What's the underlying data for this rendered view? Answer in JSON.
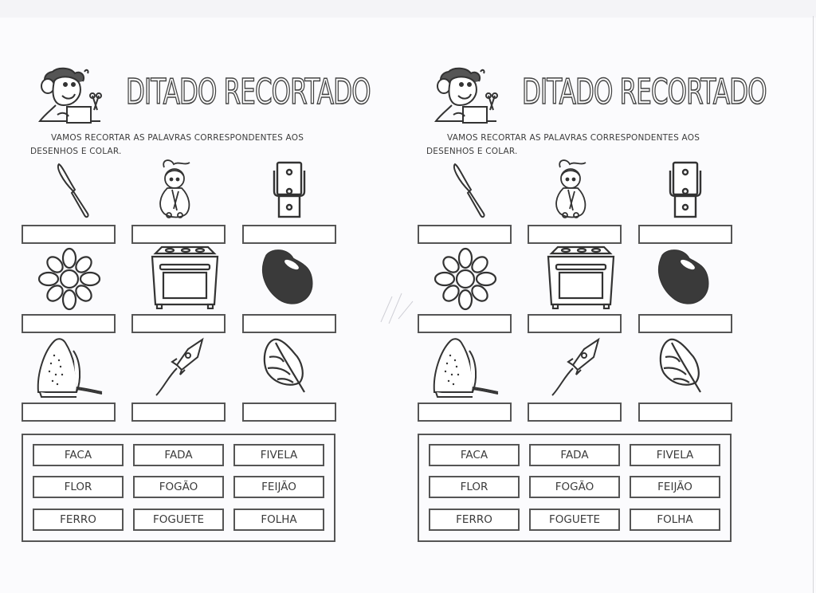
{
  "worksheet": {
    "title": "DITADO RECORTADO",
    "instructions_line1": "VAMOS RECORTAR AS PALAVRAS CORRESPONDENTES AOS",
    "instructions_line2": "DESENHOS E COLAR.",
    "pictures": [
      {
        "icon": "knife-icon",
        "word": "FACA"
      },
      {
        "icon": "fairy-icon",
        "word": "FADA"
      },
      {
        "icon": "buckle-icon",
        "word": "FIVELA"
      },
      {
        "icon": "flower-icon",
        "word": "FLOR"
      },
      {
        "icon": "stove-icon",
        "word": "FOGÃO"
      },
      {
        "icon": "bean-icon",
        "word": "FEIJÃO"
      },
      {
        "icon": "iron-icon",
        "word": "FERRO"
      },
      {
        "icon": "rocket-icon",
        "word": "FOGUETE"
      },
      {
        "icon": "leaf-icon",
        "word": "FOLHA"
      }
    ],
    "word_bank": [
      [
        "FACA",
        "FADA",
        "FIVELA"
      ],
      [
        "FLOR",
        "FOGÃO",
        "FEIJÃO"
      ],
      [
        "FERRO",
        "FOGUETE",
        "FOLHA"
      ]
    ]
  },
  "colors": {
    "ink": "#444444",
    "paper": "#fbfbfd",
    "bean_fill": "#3a3a3a"
  }
}
